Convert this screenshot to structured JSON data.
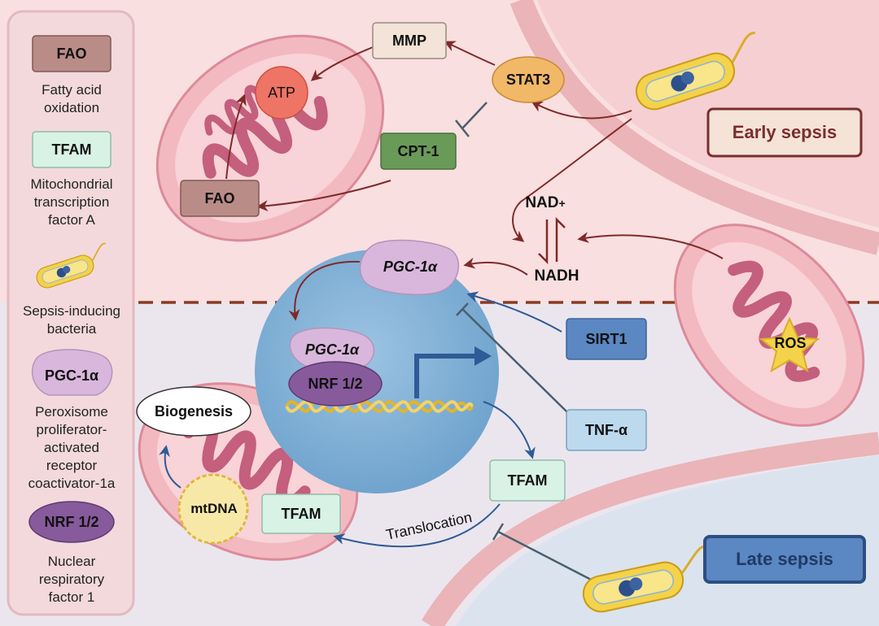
{
  "stages": {
    "early": "Early sepsis",
    "late": "Late sepsis"
  },
  "legend": {
    "fao": {
      "tag": "FAO",
      "desc": [
        "Fatty acid",
        "oxidation"
      ]
    },
    "tfam": {
      "tag": "TFAM",
      "desc": [
        "Mitochondrial",
        "transcription",
        "factor A"
      ]
    },
    "bacteria": {
      "desc": [
        "Sepsis-inducing",
        "bacteria"
      ]
    },
    "pgc": {
      "tag": "PGC-1α",
      "desc": [
        "Peroxisome",
        "proliferator-",
        "activated",
        "receptor",
        "coactivator-1a"
      ]
    },
    "nrf": {
      "tag": "NRF 1/2",
      "desc": [
        "Nuclear",
        "respiratory",
        "factor 1"
      ]
    }
  },
  "nodes": {
    "mmp": "MMP",
    "atp": "ATP",
    "stat3": "STAT3",
    "cpt1": "CPT-1",
    "fao": "FAO",
    "nad": "NAD",
    "nad_sup": "+",
    "nadh": "NADH",
    "pgc_top": "PGC-1α",
    "pgc_bottom": "PGC-1α",
    "nrf": "NRF 1/2",
    "sirt1": "SIRT1",
    "tnf": "TNF-α",
    "ros": "ROS",
    "tfam_out": "TFAM",
    "tfam_mito": "TFAM",
    "mtdna": "mtDNA",
    "biogenesis": "Biogenesis",
    "translocation": "Translocation"
  },
  "colors": {
    "early_bg": "#f9dfe0",
    "late_bg": "#e9e4ee",
    "arrow_red": "#7f2a2a",
    "arrow_blue": "#2f5b96",
    "inhibit": "#4a5f6e",
    "nucleus": "#7eafd4",
    "mito_outer": "#f3b9c0",
    "mito_inner": "#c45f7d"
  }
}
